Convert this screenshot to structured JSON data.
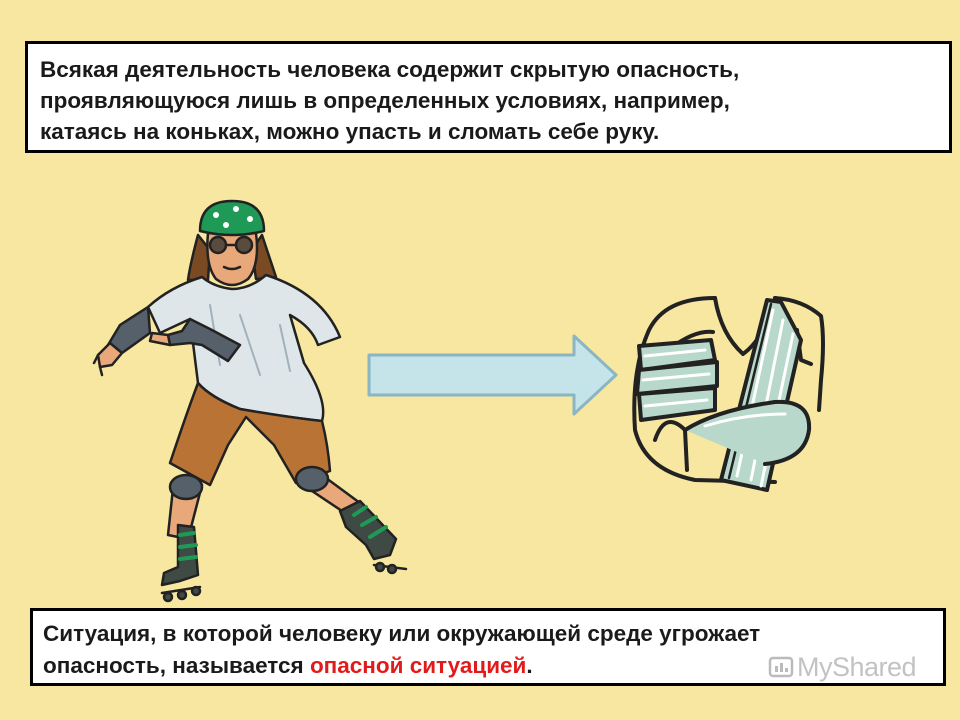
{
  "top_box": {
    "lines": [
      "Всякая деятельность человека содержит скрытую опасность,",
      "проявляющуюся лишь в определенных условиях, например,",
      "катаясь на коньках, можно упасть и сломать себе руку."
    ]
  },
  "bottom_box": {
    "line1": "Ситуация, в которой человеку или окружающей среде угрожает",
    "line2_before": "опасность, называется ",
    "line2_highlight": "опасной ситуацией",
    "line2_after": "."
  },
  "watermark": {
    "text": "MyShared"
  },
  "colors": {
    "background": "#f7e7a0",
    "highlight": "#e31a1a",
    "arrow_fill": "#c4e4ea",
    "arrow_stroke": "#8ab5c2",
    "bandage": "#b8d8cc",
    "cap": "#1f9a56"
  },
  "icons": [
    "skater-illustration",
    "arrow-right-icon",
    "broken-arm-cast-illustration",
    "myshared-logo-icon"
  ]
}
